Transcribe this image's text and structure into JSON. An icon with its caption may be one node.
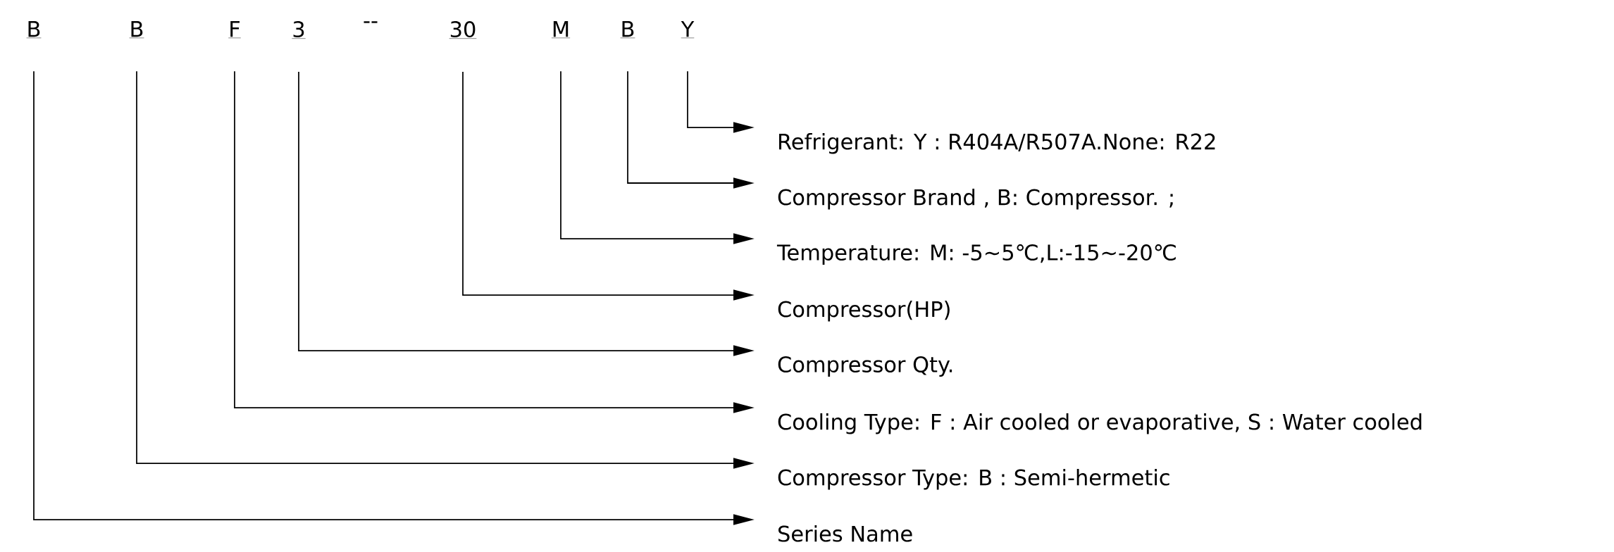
{
  "diagram": {
    "nodes": [
      {
        "text": [
          "B"
        ]
      },
      {
        "text": [
          "B"
        ]
      },
      {
        "text": [
          "F"
        ]
      },
      {
        "text": [
          "3"
        ]
      },
      {
        "text": [
          "30"
        ]
      },
      {
        "text": [
          "M"
        ]
      },
      {
        "text": [
          "B"
        ]
      },
      {
        "text": [
          "Y"
        ]
      },
      {
        "text": [
          "Refrigerant: Y :  R404A/R507A.None: R22"
        ]
      },
      {
        "text": [
          "Compressor Brand , B: Compressor. ;"
        ]
      },
      {
        "text": [
          "Temperature: M:  -5~5℃,L:-15~-20℃"
        ]
      },
      {
        "text": [
          "Compressor(HP)"
        ]
      },
      {
        "text": [
          "Compressor Qty."
        ]
      },
      {
        "text": [
          "Cooling Type: F : Air cooled or evaporative, S  : Water cooled"
        ]
      },
      {
        "text": [
          "Compressor Type: B : Semi-hermetic"
        ]
      },
      {
        "text": [
          "Series Name"
        ]
      }
    ],
    "edges": [
      {
        "from": 7,
        "to": 8,
        "arrow": "to"
      },
      {
        "from": 6,
        "to": 9,
        "arrow": "to"
      },
      {
        "from": 5,
        "to": 10,
        "arrow": "to"
      },
      {
        "from": 4,
        "to": 11,
        "arrow": "to"
      },
      {
        "from": 3,
        "to": 12,
        "arrow": "to"
      },
      {
        "from": 2,
        "to": 13,
        "arrow": "to"
      },
      {
        "from": 1,
        "to": 14,
        "arrow": "to"
      },
      {
        "from": 0,
        "to": 15,
        "arrow": "to"
      }
    ],
    "labels": [
      "--"
    ]
  }
}
